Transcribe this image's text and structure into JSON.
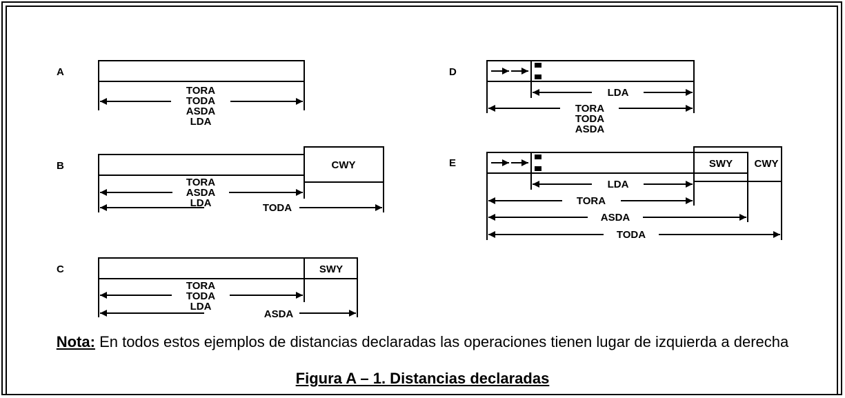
{
  "panels": {
    "a": {
      "letter": "A",
      "labels": [
        "TORA",
        "TODA",
        "ASDA",
        "LDA"
      ]
    },
    "b": {
      "letter": "B",
      "box": "CWY",
      "labels": [
        "TORA",
        "ASDA",
        "LDA"
      ],
      "long_label": "TODA"
    },
    "c": {
      "letter": "C",
      "box": "SWY",
      "labels": [
        "TORA",
        "TODA",
        "LDA"
      ],
      "long_label": "ASDA"
    },
    "d": {
      "letter": "D",
      "lda": "LDA",
      "labels": [
        "TORA",
        "TODA",
        "ASDA"
      ]
    },
    "e": {
      "letter": "E",
      "swy": "SWY",
      "cwy": "CWY",
      "lda": "LDA",
      "tora": "TORA",
      "asda": "ASDA",
      "toda": "TODA"
    }
  },
  "note": {
    "label": "Nota:",
    "text": " En todos estos ejemplos de distancias declaradas las operaciones tienen lugar de izquierda a derecha"
  },
  "figure_title": "Figura A – 1. Distancias declaradas"
}
